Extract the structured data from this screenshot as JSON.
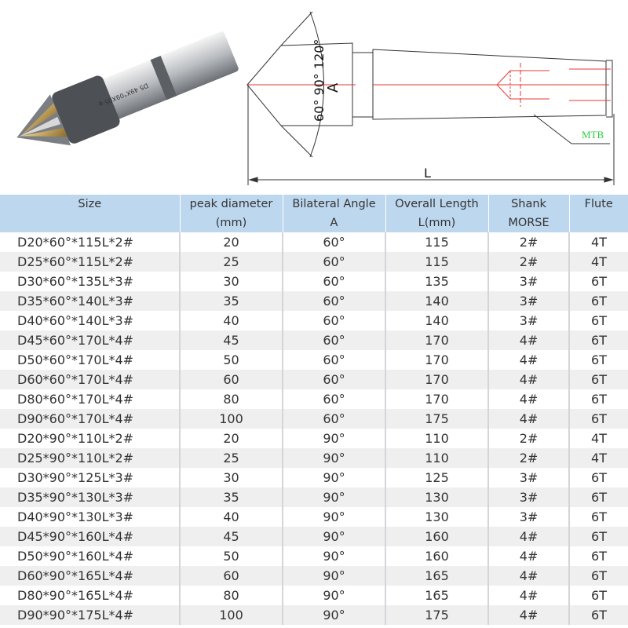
{
  "drawing": {
    "angle_label": "60° 90° 120°",
    "angle_symbol": "A",
    "length_symbol": "L",
    "shank_label": "MTB"
  },
  "product_photo": {
    "engraving": "D5 49X°09X05 φ"
  },
  "colors": {
    "header_bg": "#bdd7ee",
    "row_alt_bg": "#efefef",
    "centerline": "#e53935",
    "mtb": "#2ecc40"
  },
  "table": {
    "headers": [
      [
        "Size",
        ""
      ],
      [
        "peak diameter",
        "(mm)"
      ],
      [
        "Bilateral Angle",
        "A"
      ],
      [
        "Overall Length",
        "L(mm)"
      ],
      [
        "Shank",
        "MORSE"
      ],
      [
        "Flute",
        ""
      ]
    ],
    "rows": [
      [
        "D20*60°*115L*2#",
        "20",
        "60°",
        "115",
        "2#",
        "4T"
      ],
      [
        "D25*60°*115L*2#",
        "25",
        "60°",
        "115",
        "2#",
        "4T"
      ],
      [
        "D30*60°*135L*3#",
        "30",
        "60°",
        "135",
        "3#",
        "6T"
      ],
      [
        "D35*60°*140L*3#",
        "35",
        "60°",
        "140",
        "3#",
        "6T"
      ],
      [
        "D40*60°*140L*3#",
        "40",
        "60°",
        "140",
        "3#",
        "6T"
      ],
      [
        "D45*60°*170L*4#",
        "45",
        "60°",
        "170",
        "4#",
        "6T"
      ],
      [
        "D50*60°*170L*4#",
        "50",
        "60°",
        "170",
        "4#",
        "6T"
      ],
      [
        "D60*60°*170L*4#",
        "60",
        "60°",
        "170",
        "4#",
        "6T"
      ],
      [
        "D80*60°*170L*4#",
        "80",
        "60°",
        "170",
        "4#",
        "6T"
      ],
      [
        "D90*60°*170L*4#",
        "100",
        "60°",
        "175",
        "4#",
        "6T"
      ],
      [
        "D20*90°*110L*2#",
        "20",
        "90°",
        "110",
        "2#",
        "4T"
      ],
      [
        "D25*90°*110L*2#",
        "25",
        "90°",
        "110",
        "2#",
        "4T"
      ],
      [
        "D30*90°*125L*3#",
        "30",
        "90°",
        "125",
        "3#",
        "6T"
      ],
      [
        "D35*90°*130L*3#",
        "35",
        "90°",
        "130",
        "3#",
        "6T"
      ],
      [
        "D40*90°*130L*3#",
        "40",
        "90°",
        "130",
        "3#",
        "6T"
      ],
      [
        "D45*90°*160L*4#",
        "45",
        "90°",
        "160",
        "4#",
        "6T"
      ],
      [
        "D50*90°*160L*4#",
        "50",
        "90°",
        "160",
        "4#",
        "6T"
      ],
      [
        "D60*90°*165L*4#",
        "60",
        "90°",
        "165",
        "4#",
        "6T"
      ],
      [
        "D80*90°*165L*4#",
        "80",
        "90°",
        "165",
        "4#",
        "6T"
      ],
      [
        "D90*90°*175L*4#",
        "100",
        "90°",
        "175",
        "4#",
        "6T"
      ]
    ]
  }
}
